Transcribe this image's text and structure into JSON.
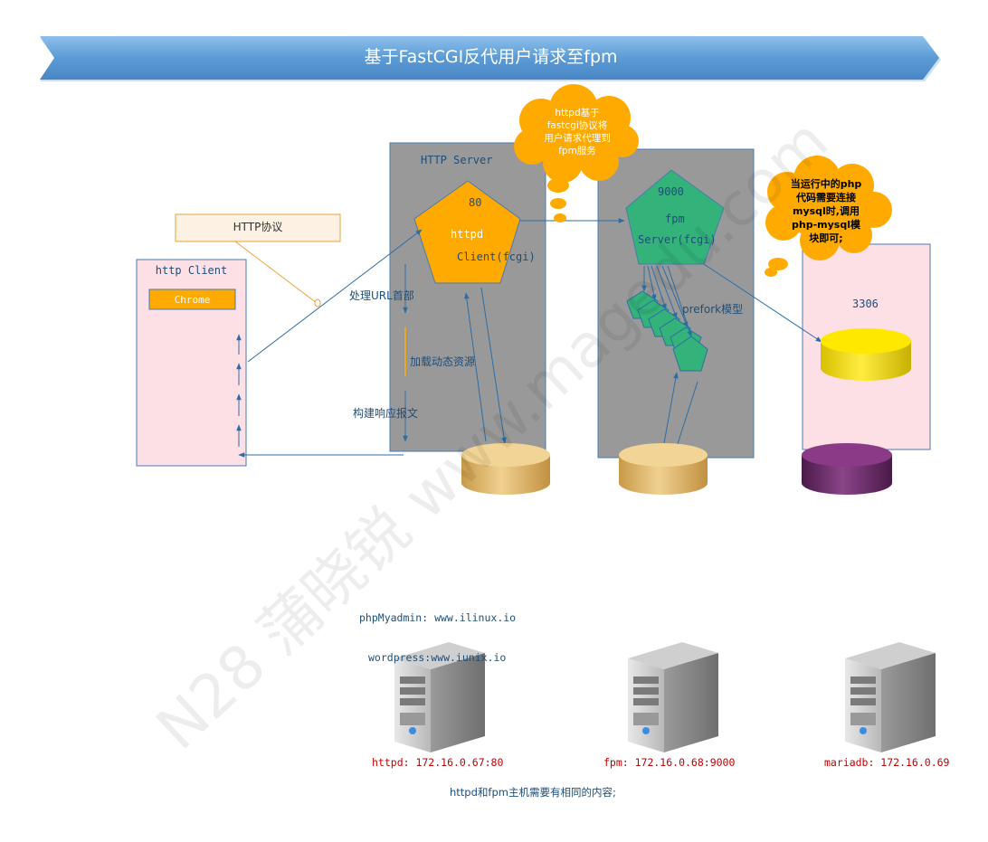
{
  "banner": {
    "title": "基于FastCGI反代用户请求至fpm"
  },
  "watermark": "N28 蒲晓锐 www.magedu.com",
  "http_protocol_label": "HTTP协议",
  "http_client": {
    "title": "http Client",
    "chrome_label": "Chrome"
  },
  "http_server": {
    "title": "HTTP Server",
    "port": "80",
    "name": "httpd",
    "client": "Client(fcgi)",
    "steps": [
      "处理URL首部",
      "加载动态资源",
      "构建响应报文"
    ]
  },
  "fpm_server": {
    "port": "9000",
    "name": "fpm",
    "server": "Server(fcgi)",
    "model": "prefork模型"
  },
  "mysql": {
    "port": "3306"
  },
  "cloud_httpd": [
    "httpd基于",
    "fastcgi协议将",
    "用户请求代理到",
    "fpm服务"
  ],
  "cloud_php": [
    "当运行中的php",
    "代码需要连接",
    "mysql时,调用",
    "php-mysql模",
    "块即可;"
  ],
  "sites": [
    "phpMyadmin: www.ilinux.io",
    "wordpress:www.iunix.io"
  ],
  "hosts": [
    {
      "label": "httpd: 172.16.0.67:80"
    },
    {
      "label": "fpm: 172.16.0.68:9000"
    },
    {
      "label": "mariadb: 172.16.0.69"
    }
  ],
  "footer_note": "httpd和fpm主机需要有相同的内容;",
  "colors": {
    "banner": "#5b9bd5",
    "server_box": "#999999",
    "httpd_pentagon": "#ffaa00",
    "fpm_pentagon": "#33b37a",
    "client_box": "#fde0e6",
    "cloud": "#ffaa00",
    "db_yellow": "#ffe000",
    "db_gold": "#d8b060",
    "db_purple": "#6a2c6a",
    "host_label": "#c00000",
    "label_text": "#1f4e79"
  }
}
